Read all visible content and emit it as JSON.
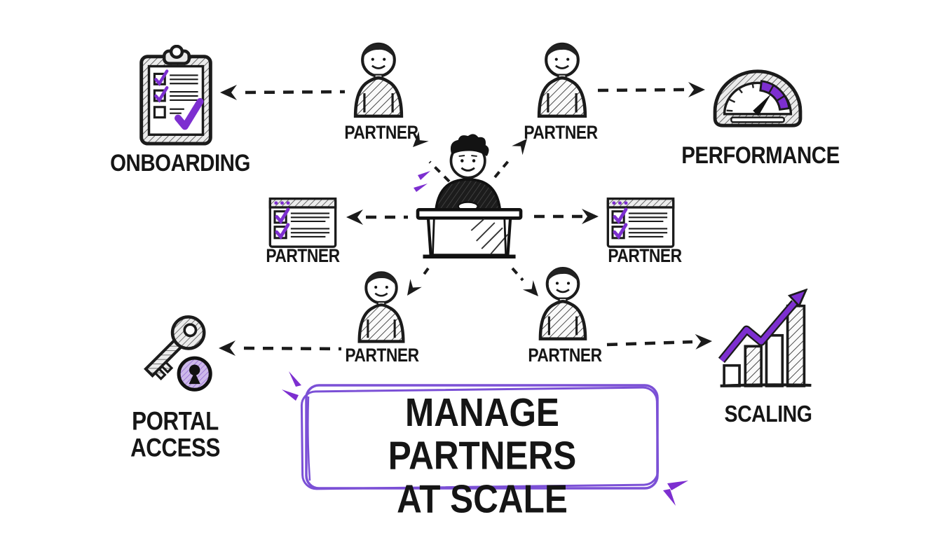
{
  "diagram": {
    "title_box": {
      "line1": "MANAGE PARTNERS",
      "line2": "AT SCALE"
    },
    "nodes": {
      "onboarding": {
        "label": "ONBOARDING",
        "icon": "clipboard-checklist-icon"
      },
      "performance": {
        "label": "PERFORMANCE",
        "icon": "gauge-icon"
      },
      "portal_access": {
        "line1": "PORTAL",
        "line2": "ACCESS",
        "icon": "key-lock-icon"
      },
      "scaling": {
        "label": "SCALING",
        "icon": "growth-bar-chart-icon"
      }
    },
    "partners": {
      "top_left": {
        "label": "PARTNER",
        "icon": "person-icon"
      },
      "top_right": {
        "label": "PARTNER",
        "icon": "person-icon"
      },
      "mid_left": {
        "label": "PARTNER",
        "icon": "checklist-window-icon"
      },
      "mid_right": {
        "label": "PARTNER",
        "icon": "checklist-window-icon"
      },
      "bottom_left": {
        "label": "PARTNER",
        "icon": "person-icon"
      },
      "bottom_right": {
        "label": "PARTNER",
        "icon": "person-icon"
      }
    },
    "center": {
      "figure": "manager-at-desk-icon"
    },
    "colors": {
      "ink": "#1b1b1b",
      "accent": "#7d2fd0",
      "box_border": "#7b50d6",
      "lock_fill": "#cdb9ea"
    }
  }
}
